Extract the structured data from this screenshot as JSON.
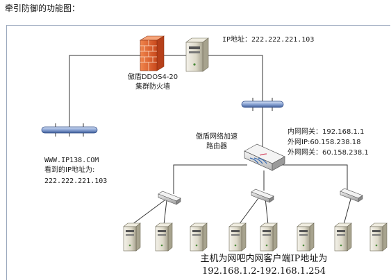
{
  "heading": "牵引防御的功能图：",
  "labels": {
    "firewall_ip": "IP地址：222.222.221.103",
    "firewall_name_1": "傲盾DDOS4-20",
    "firewall_name_2": "集群防火墙",
    "router_name_1": "傲盾网络加速",
    "router_name_2": "路由器",
    "lan_gateway": "内网网关：192.168.1.1",
    "wan_ip": "外网IP:60.158.238.18",
    "wan_gateway": "外网网关：60.158.238.1",
    "site_name": "WWW.IP138.COM",
    "seen_ip_label": "看到的IP地址为:",
    "seen_ip": "222.222.221.103",
    "clients_line1": "主机为网吧内网客户端IP地址为",
    "clients_line2": "192.168.1.2-192.168.1.254"
  },
  "icons": {
    "firewall": "brick-firewall-icon",
    "server": "tower-server-icon",
    "router": "router-icon",
    "switch": "switch-icon",
    "hub": "network-hub-bar-icon"
  },
  "colors": {
    "firewall": "#e2622a",
    "server": "#d9d6c8",
    "hub": "#7e9bcf",
    "line": "#333333",
    "frame": "#9aa8bd"
  }
}
